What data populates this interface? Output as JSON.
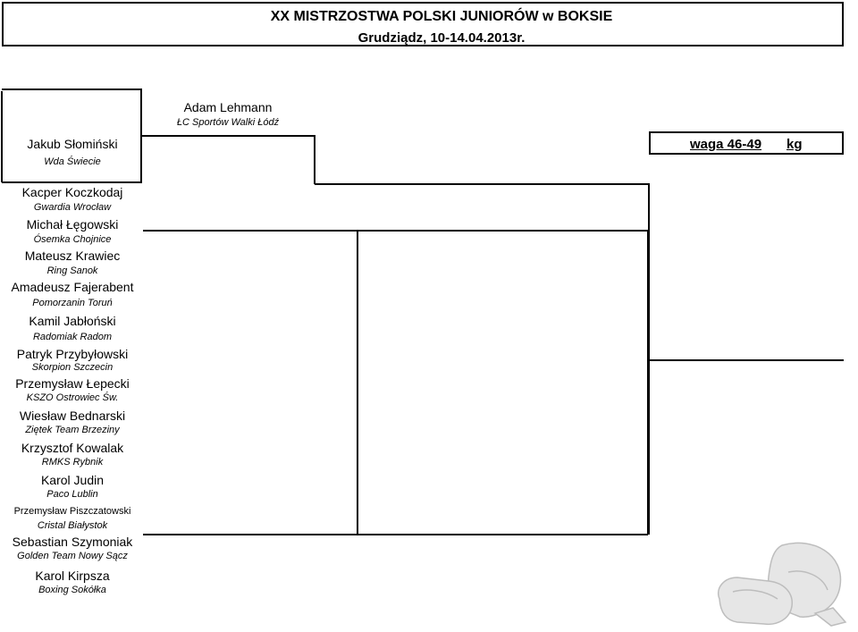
{
  "header": {
    "title": "XX MISTRZOSTWA POLSKI JUNIORÓW w BOKSIE",
    "subtitle": "Grudziądz, 10-14.04.2013r."
  },
  "weight_class": {
    "value": "waga 46-49",
    "unit": "kg"
  },
  "final": {
    "name": "Adam Lehmann",
    "club": "ŁC Sportów Walki Łódź"
  },
  "competitors": [
    {
      "name": "Jakub Słomiński",
      "club": "Wda Świecie"
    },
    {
      "name": "Kacper Koczkodaj",
      "club": "Gwardia Wrocław"
    },
    {
      "name": "Michał Łęgowski",
      "club": "Ósemka Chojnice"
    },
    {
      "name": "Mateusz Krawiec",
      "club": "Ring Sanok"
    },
    {
      "name": "Amadeusz Fajerabent",
      "club": "Pomorzanin Toruń"
    },
    {
      "name": "Kamil Jabłoński",
      "club": "Radomiak Radom"
    },
    {
      "name": "Patryk Przybyłowski",
      "club": "Skorpion Szczecin"
    },
    {
      "name": "Przemysław Łepecki",
      "club": "KSZO Ostrowiec Św."
    },
    {
      "name": "Wiesław Bednarski",
      "club": "Ziętek Team Brzeziny"
    },
    {
      "name": "Krzysztof Kowalak",
      "club": "RMKS Rybnik"
    },
    {
      "name": "Karol Judin",
      "club": "Paco Lublin"
    },
    {
      "name": "Przemysław Piszczatowski",
      "club": "Cristal Białystok"
    },
    {
      "name": "Sebastian Szymoniak",
      "club": "Golden Team Nowy Sącz"
    },
    {
      "name": "Karol Kirpsza",
      "club": "Boxing Sokółka"
    }
  ]
}
